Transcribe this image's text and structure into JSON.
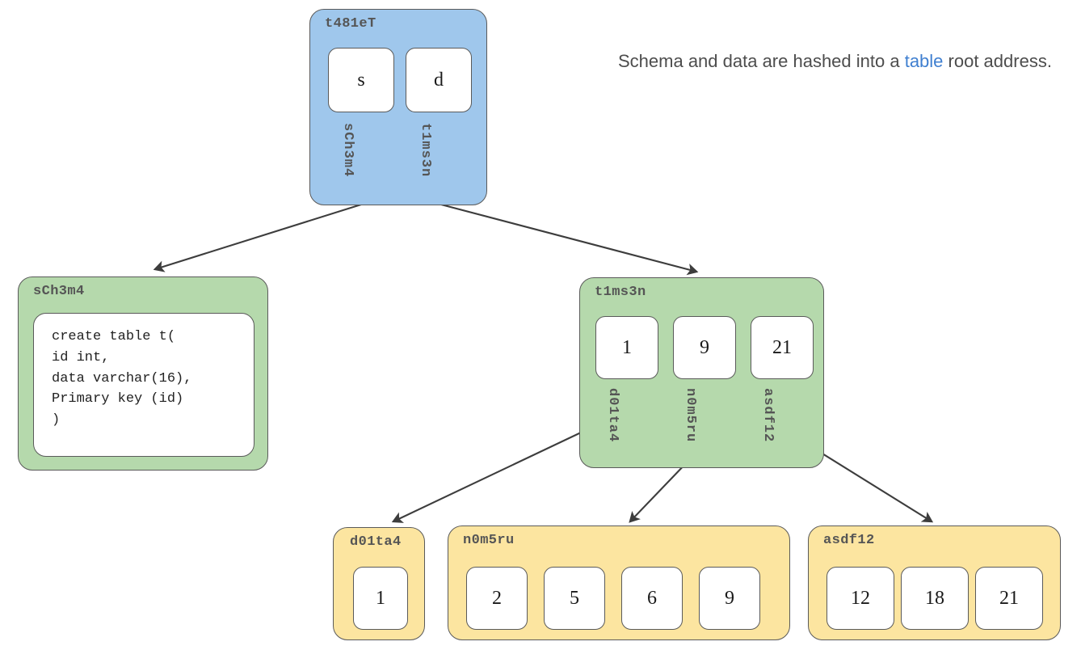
{
  "caption": {
    "before": "Schema and data are hashed into a ",
    "highlight": "table",
    "after": " root address."
  },
  "colors": {
    "root_node": "#9fc7ec",
    "internal_node": "#b5d9ac",
    "leaf_node": "#fce5a0",
    "cell_fill": "#ffffff",
    "stroke": "#5a5a5a",
    "title_text": "#555555",
    "caption_text": "#4d4d4d",
    "caption_highlight": "#3f7fd0"
  },
  "nodes": {
    "root": {
      "title": "t481eT",
      "kind": "root",
      "cells": [
        "s",
        "d"
      ],
      "pointers": [
        "sCh3m4",
        "t1ms3n"
      ]
    },
    "schema": {
      "title": "sCh3m4",
      "kind": "schema",
      "code": "create table t(\nid int,\ndata varchar(16),\nPrimary key (id)\n)"
    },
    "index": {
      "title": "t1ms3n",
      "kind": "internal",
      "cells": [
        "1",
        "9",
        "21"
      ],
      "pointers": [
        "d01ta4",
        "n0m5ru",
        "asdf12"
      ]
    },
    "leaf1": {
      "title": "d01ta4",
      "kind": "leaf",
      "cells": [
        "1"
      ]
    },
    "leaf2": {
      "title": "n0m5ru",
      "kind": "leaf",
      "cells": [
        "2",
        "5",
        "6",
        "9"
      ]
    },
    "leaf3": {
      "title": "asdf12",
      "kind": "leaf",
      "cells": [
        "12",
        "18",
        "21"
      ]
    }
  }
}
